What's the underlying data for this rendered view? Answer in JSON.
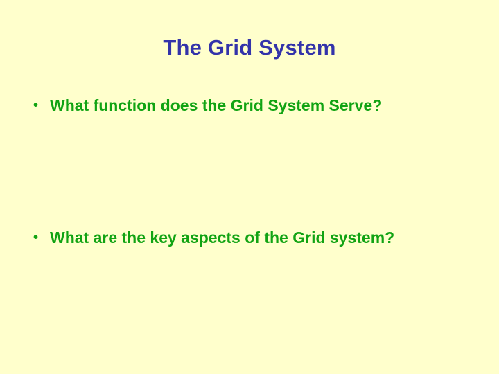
{
  "slide": {
    "background_color": "#FFFFCC",
    "title": "The Grid System",
    "title_color": "#3333AA",
    "body_color": "#11A313",
    "bullet_glyph": "•",
    "bullets": [
      {
        "text": "What function does the Grid System Serve?"
      },
      {
        "text": "What are the key aspects of the Grid system?"
      }
    ]
  }
}
